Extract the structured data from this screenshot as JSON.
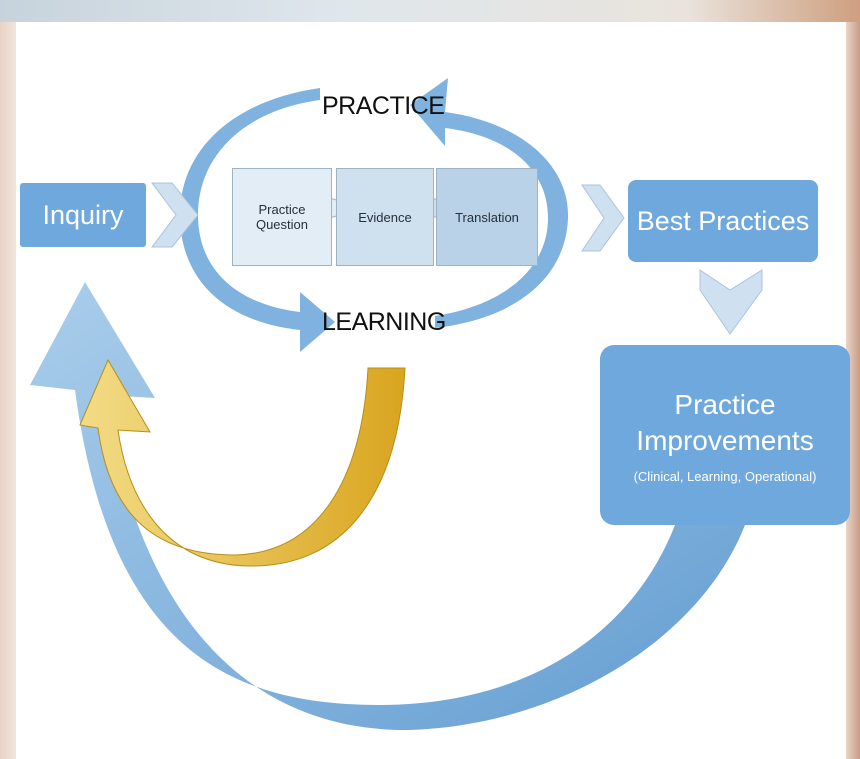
{
  "diagram": {
    "inquiry": "Inquiry",
    "cycle": {
      "top_label": "PRACTICE",
      "bottom_label": "LEARNING",
      "steps": [
        {
          "label": "Practice Question"
        },
        {
          "label": "Evidence"
        },
        {
          "label": "Translation"
        }
      ]
    },
    "best_practices": "Best Practices",
    "improvements": {
      "title": "Practice Improvements",
      "subtitle": "(Clinical, Learning, Operational)"
    }
  },
  "colors": {
    "box_blue": "#6fa8dc",
    "arrow_blue": "#7fb2de",
    "arrow_gold": "#e4b934",
    "chevron": "#cfe0f0"
  }
}
